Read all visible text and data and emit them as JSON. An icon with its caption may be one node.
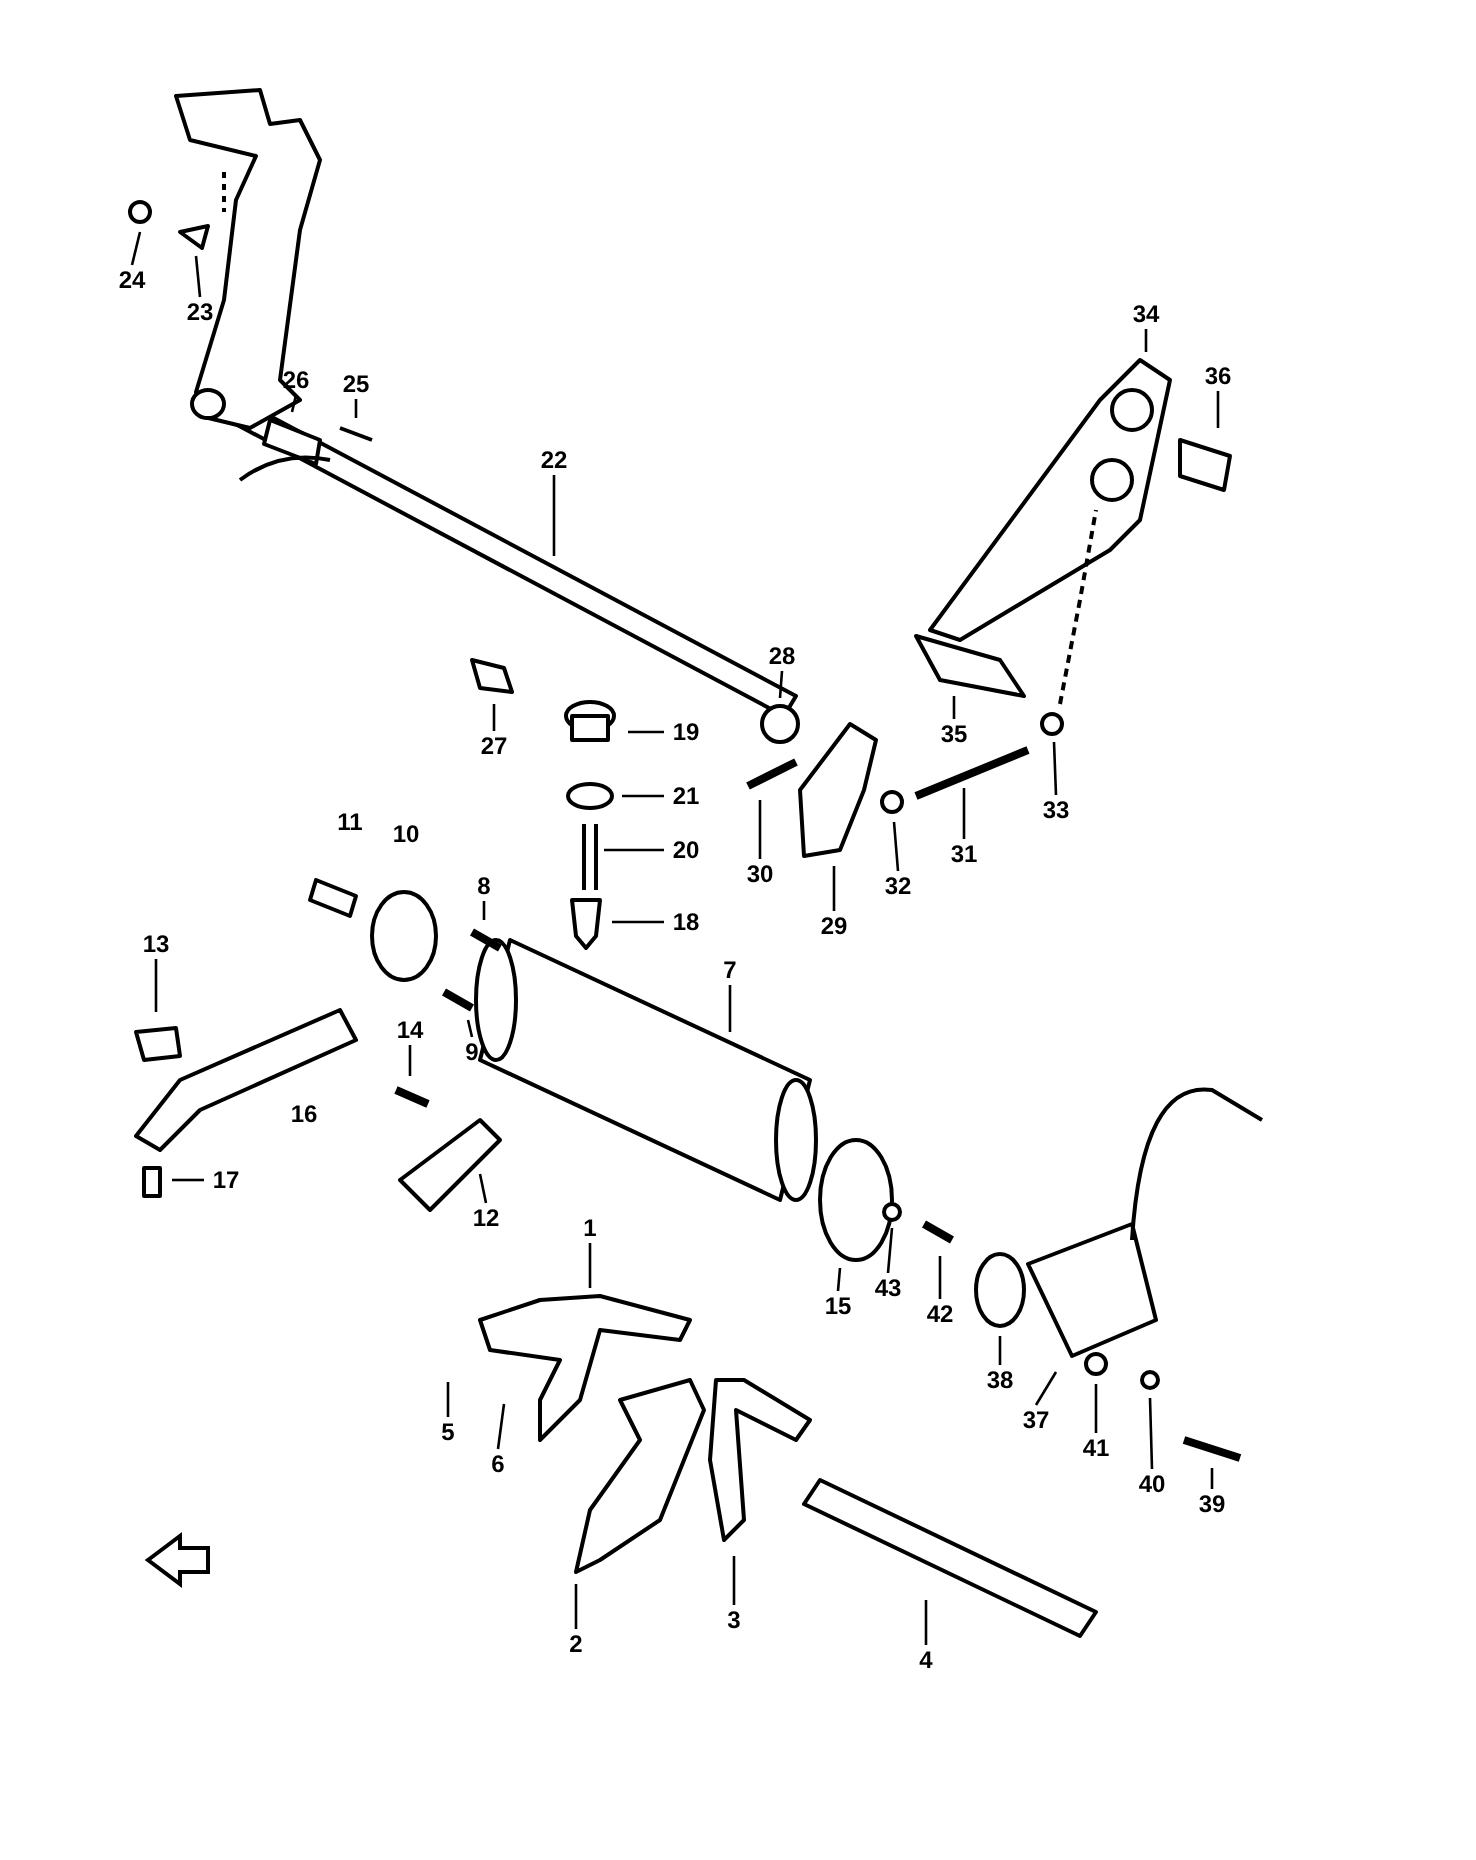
{
  "diagram": {
    "nodes": [
      {
        "text": [
          "1"
        ]
      },
      {
        "text": [
          "2"
        ]
      },
      {
        "text": [
          "3"
        ]
      },
      {
        "text": [
          "4"
        ]
      },
      {
        "text": [
          "5"
        ]
      },
      {
        "text": [
          "6"
        ]
      },
      {
        "text": [
          "7"
        ]
      },
      {
        "text": [
          "8"
        ]
      },
      {
        "text": [
          "9"
        ]
      },
      {
        "text": [
          "12"
        ]
      },
      {
        "text": [
          "13"
        ]
      },
      {
        "text": [
          "14"
        ]
      },
      {
        "text": [
          "15"
        ]
      },
      {
        "text": [
          "17"
        ]
      },
      {
        "text": [
          "18"
        ]
      },
      {
        "text": [
          "19"
        ]
      },
      {
        "text": [
          "20"
        ]
      },
      {
        "text": [
          "21"
        ]
      },
      {
        "text": [
          "22"
        ]
      },
      {
        "text": [
          "23"
        ]
      },
      {
        "text": [
          "24"
        ]
      },
      {
        "text": [
          "25"
        ]
      },
      {
        "text": [
          "26"
        ]
      },
      {
        "text": [
          "27"
        ]
      },
      {
        "text": [
          "28"
        ]
      },
      {
        "text": [
          "29"
        ]
      },
      {
        "text": [
          "30"
        ]
      },
      {
        "text": [
          "31"
        ]
      },
      {
        "text": [
          "32"
        ]
      },
      {
        "text": [
          "33"
        ]
      },
      {
        "text": [
          "34"
        ]
      },
      {
        "text": [
          "35"
        ]
      },
      {
        "text": [
          "36"
        ]
      },
      {
        "text": [
          "37"
        ]
      },
      {
        "text": [
          "38"
        ]
      },
      {
        "text": [
          "39"
        ]
      },
      {
        "text": [
          "40"
        ]
      },
      {
        "text": [
          "41"
        ]
      },
      {
        "text": [
          "42"
        ]
      },
      {
        "text": [
          "43"
        ]
      }
    ],
    "edges": [
      {
        "from": 0,
        "to": null,
        "arrow": "none"
      },
      {
        "from": 1,
        "to": null,
        "arrow": "none"
      },
      {
        "from": 2,
        "to": null,
        "arrow": "none"
      },
      {
        "from": 3,
        "to": null,
        "arrow": "none"
      },
      {
        "from": 4,
        "to": null,
        "arrow": "none"
      },
      {
        "from": 5,
        "to": null,
        "arrow": "none"
      },
      {
        "from": 6,
        "to": null,
        "arrow": "none"
      },
      {
        "from": 7,
        "to": null,
        "arrow": "none"
      },
      {
        "from": 8,
        "to": null,
        "arrow": "none"
      },
      {
        "from": 9,
        "to": null,
        "arrow": "none"
      },
      {
        "from": 10,
        "to": null,
        "arrow": "none"
      },
      {
        "from": 11,
        "to": null,
        "arrow": "none"
      },
      {
        "from": 12,
        "to": null,
        "arrow": "none"
      },
      {
        "from": 13,
        "to": null,
        "arrow": "none"
      },
      {
        "from": 14,
        "to": null,
        "arrow": "none"
      },
      {
        "from": 15,
        "to": null,
        "arrow": "none"
      },
      {
        "from": 16,
        "to": null,
        "arrow": "none"
      },
      {
        "from": 17,
        "to": null,
        "arrow": "none"
      },
      {
        "from": 18,
        "to": null,
        "arrow": "none"
      },
      {
        "from": 19,
        "to": null,
        "arrow": "none"
      },
      {
        "from": 20,
        "to": null,
        "arrow": "none"
      },
      {
        "from": 21,
        "to": null,
        "arrow": "none"
      },
      {
        "from": 22,
        "to": null,
        "arrow": "none"
      },
      {
        "from": 23,
        "to": null,
        "arrow": "none"
      },
      {
        "from": 24,
        "to": null,
        "arrow": "none"
      },
      {
        "from": 25,
        "to": null,
        "arrow": "none"
      },
      {
        "from": 26,
        "to": null,
        "arrow": "none"
      },
      {
        "from": 27,
        "to": null,
        "arrow": "none"
      },
      {
        "from": 28,
        "to": null,
        "arrow": "none"
      },
      {
        "from": 29,
        "to": null,
        "arrow": "none"
      },
      {
        "from": 30,
        "to": null,
        "arrow": "none"
      },
      {
        "from": 31,
        "to": null,
        "arrow": "none"
      },
      {
        "from": 32,
        "to": null,
        "arrow": "none"
      },
      {
        "from": 33,
        "to": null,
        "arrow": "none"
      },
      {
        "from": 34,
        "to": null,
        "arrow": "none"
      },
      {
        "from": 35,
        "to": null,
        "arrow": "none"
      },
      {
        "from": 36,
        "to": null,
        "arrow": "none"
      },
      {
        "from": 37,
        "to": null,
        "arrow": "none"
      },
      {
        "from": 38,
        "to": null,
        "arrow": "none"
      },
      {
        "from": 39,
        "to": null,
        "arrow": "none"
      }
    ],
    "labels": [
      "11",
      "10",
      "16"
    ]
  }
}
